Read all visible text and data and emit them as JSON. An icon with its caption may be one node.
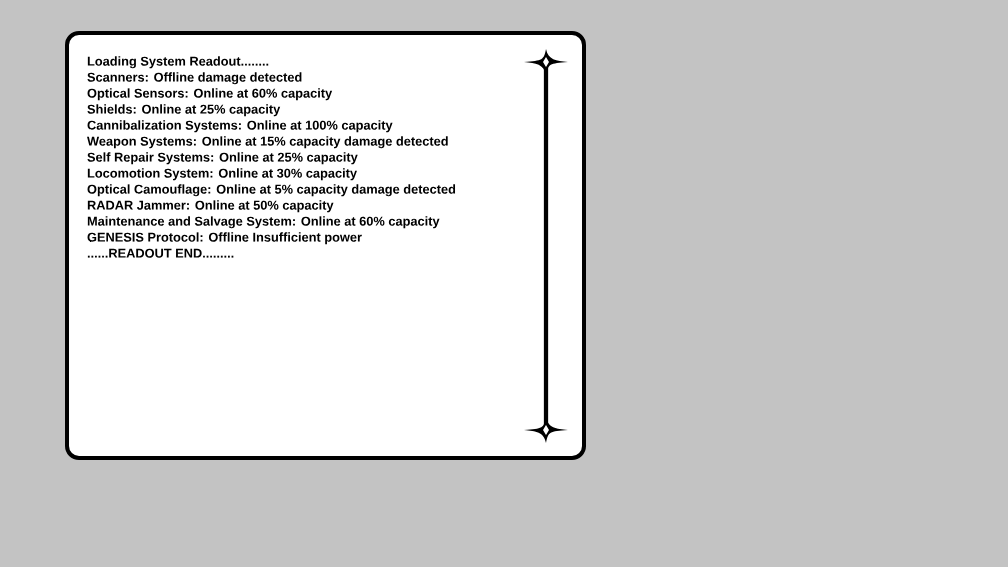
{
  "diagram": {
    "nodes": [
      {
        "text": [
          "Loading System Readout........",
          "Scanners: Offline damage detected",
          "Optical Sensors: Online at 60% capacity",
          "Shields: Online at 25% capacity",
          "Cannibalization Systems: Online at 100% capacity",
          "Weapon Systems: Online at 15% capacity damage detected",
          "Self Repair Systems: Online at 25% capacity",
          "Locomotion System: Online at 30% capacity",
          "Optical Camouflage: Online at 5% capacity damage detected",
          "RADAR Jammer: Online at 50% capacity",
          "Maintenance and Salvage System: Online at 60% capacity",
          "GENESIS Protocol: Offline Insufficient power",
          "......READOUT END........."
        ]
      }
    ]
  }
}
